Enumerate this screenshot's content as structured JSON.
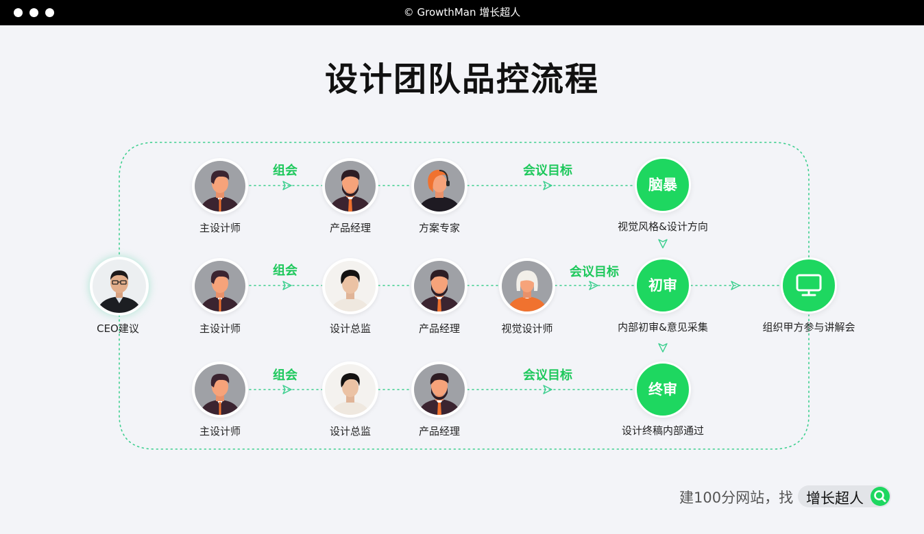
{
  "window": {
    "title": "© GrowthMan 增长超人"
  },
  "page": {
    "title": "设计团队品控流程"
  },
  "ceo": {
    "label": "CEO建议"
  },
  "rows": [
    {
      "people": [
        {
          "label": "主设计师",
          "avatar": "male-designer-avatar"
        },
        {
          "label": "产品经理",
          "avatar": "bearded-pm-avatar"
        },
        {
          "label": "方案专家",
          "avatar": "headset-expert-avatar"
        }
      ],
      "edges": [
        "组会",
        "会议目标"
      ],
      "stage": {
        "label": "脑暴",
        "caption": "视觉风格&设计方向"
      }
    },
    {
      "people": [
        {
          "label": "主设计师",
          "avatar": "male-designer-avatar"
        },
        {
          "label": "设计总监",
          "avatar": "director-photo"
        },
        {
          "label": "产品经理",
          "avatar": "bearded-pm-avatar"
        },
        {
          "label": "视觉设计师",
          "avatar": "female-designer-avatar"
        }
      ],
      "edges": [
        "组会",
        "会议目标"
      ],
      "stage": {
        "label": "初审",
        "caption": "内部初审&意见采集"
      }
    },
    {
      "people": [
        {
          "label": "主设计师",
          "avatar": "male-designer-avatar"
        },
        {
          "label": "设计总监",
          "avatar": "director-photo"
        },
        {
          "label": "产品经理",
          "avatar": "bearded-pm-avatar"
        }
      ],
      "edges": [
        "组会",
        "会议目标"
      ],
      "stage": {
        "label": "终审",
        "caption": "设计终稿内部通过"
      }
    }
  ],
  "final": {
    "caption": "组织甲方参与讲解会",
    "icon": "monitor-icon"
  },
  "footer": {
    "text": "建100分网站，找",
    "brand": "增长超人",
    "icon": "search-icon"
  },
  "colors": {
    "accent": "#1ed760",
    "line": "#3ccf8e",
    "avatar_bg": "#9fa1a6",
    "hair": "#3b2430",
    "skin": "#f6a37a",
    "orange": "#f0722f"
  }
}
